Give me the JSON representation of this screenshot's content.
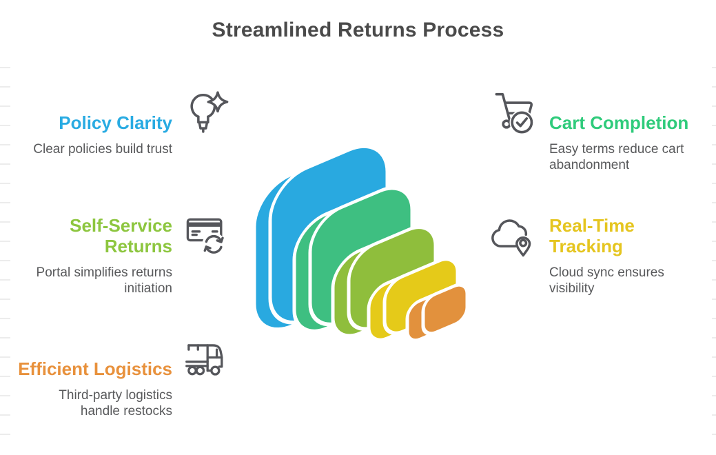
{
  "title": "Streamlined Returns Process",
  "text_colors": {
    "title": "#4a4a4a",
    "body": "#58595b"
  },
  "icon_color": "#55565b",
  "items": [
    {
      "id": "policy-clarity",
      "label": "Policy Clarity",
      "description": "Clear policies build trust",
      "color": "#29abe2",
      "icon": "lightbulb-sparkle-icon",
      "side": "left"
    },
    {
      "id": "self-service-returns",
      "label": "Self-Service Returns",
      "description": "Portal simplifies returns initiation",
      "color": "#8dc63f",
      "icon": "card-refresh-icon",
      "side": "left"
    },
    {
      "id": "efficient-logistics",
      "label": "Efficient Logistics",
      "description": "Third-party logistics handle restocks",
      "color": "#e8913c",
      "icon": "delivery-truck-icon",
      "side": "left"
    },
    {
      "id": "cart-completion",
      "label": "Cart Completion",
      "description": "Easy terms reduce cart abandonment",
      "color": "#2fcb7b",
      "icon": "cart-check-icon",
      "side": "right"
    },
    {
      "id": "real-time-tracking",
      "label": "Real-Time Tracking",
      "description": "Cloud sync ensures visibility",
      "color": "#e5c51f",
      "icon": "cloud-pin-icon",
      "side": "right"
    }
  ],
  "graphic": {
    "name": "stacked-rounded-squares",
    "tile_colors": [
      "#29a9e0",
      "#3ebf81",
      "#8fbe3c",
      "#e5ca19",
      "#e2913d"
    ]
  }
}
